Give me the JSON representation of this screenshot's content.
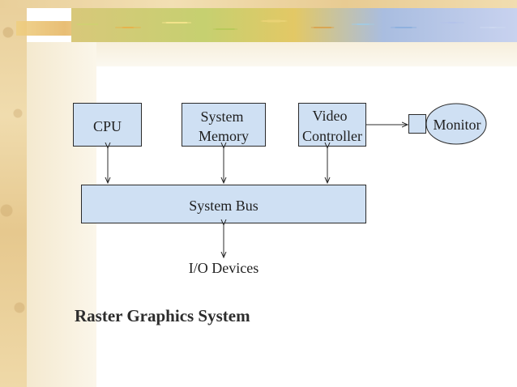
{
  "diagram": {
    "cpu": "CPU",
    "system_memory_line1": "System",
    "system_memory_line2": "Memory",
    "video_controller_line1": "Video",
    "video_controller_line2": "Controller",
    "monitor": "Monitor",
    "system_bus": "System Bus",
    "io_devices": "I/O Devices"
  },
  "title": "Raster Graphics System"
}
